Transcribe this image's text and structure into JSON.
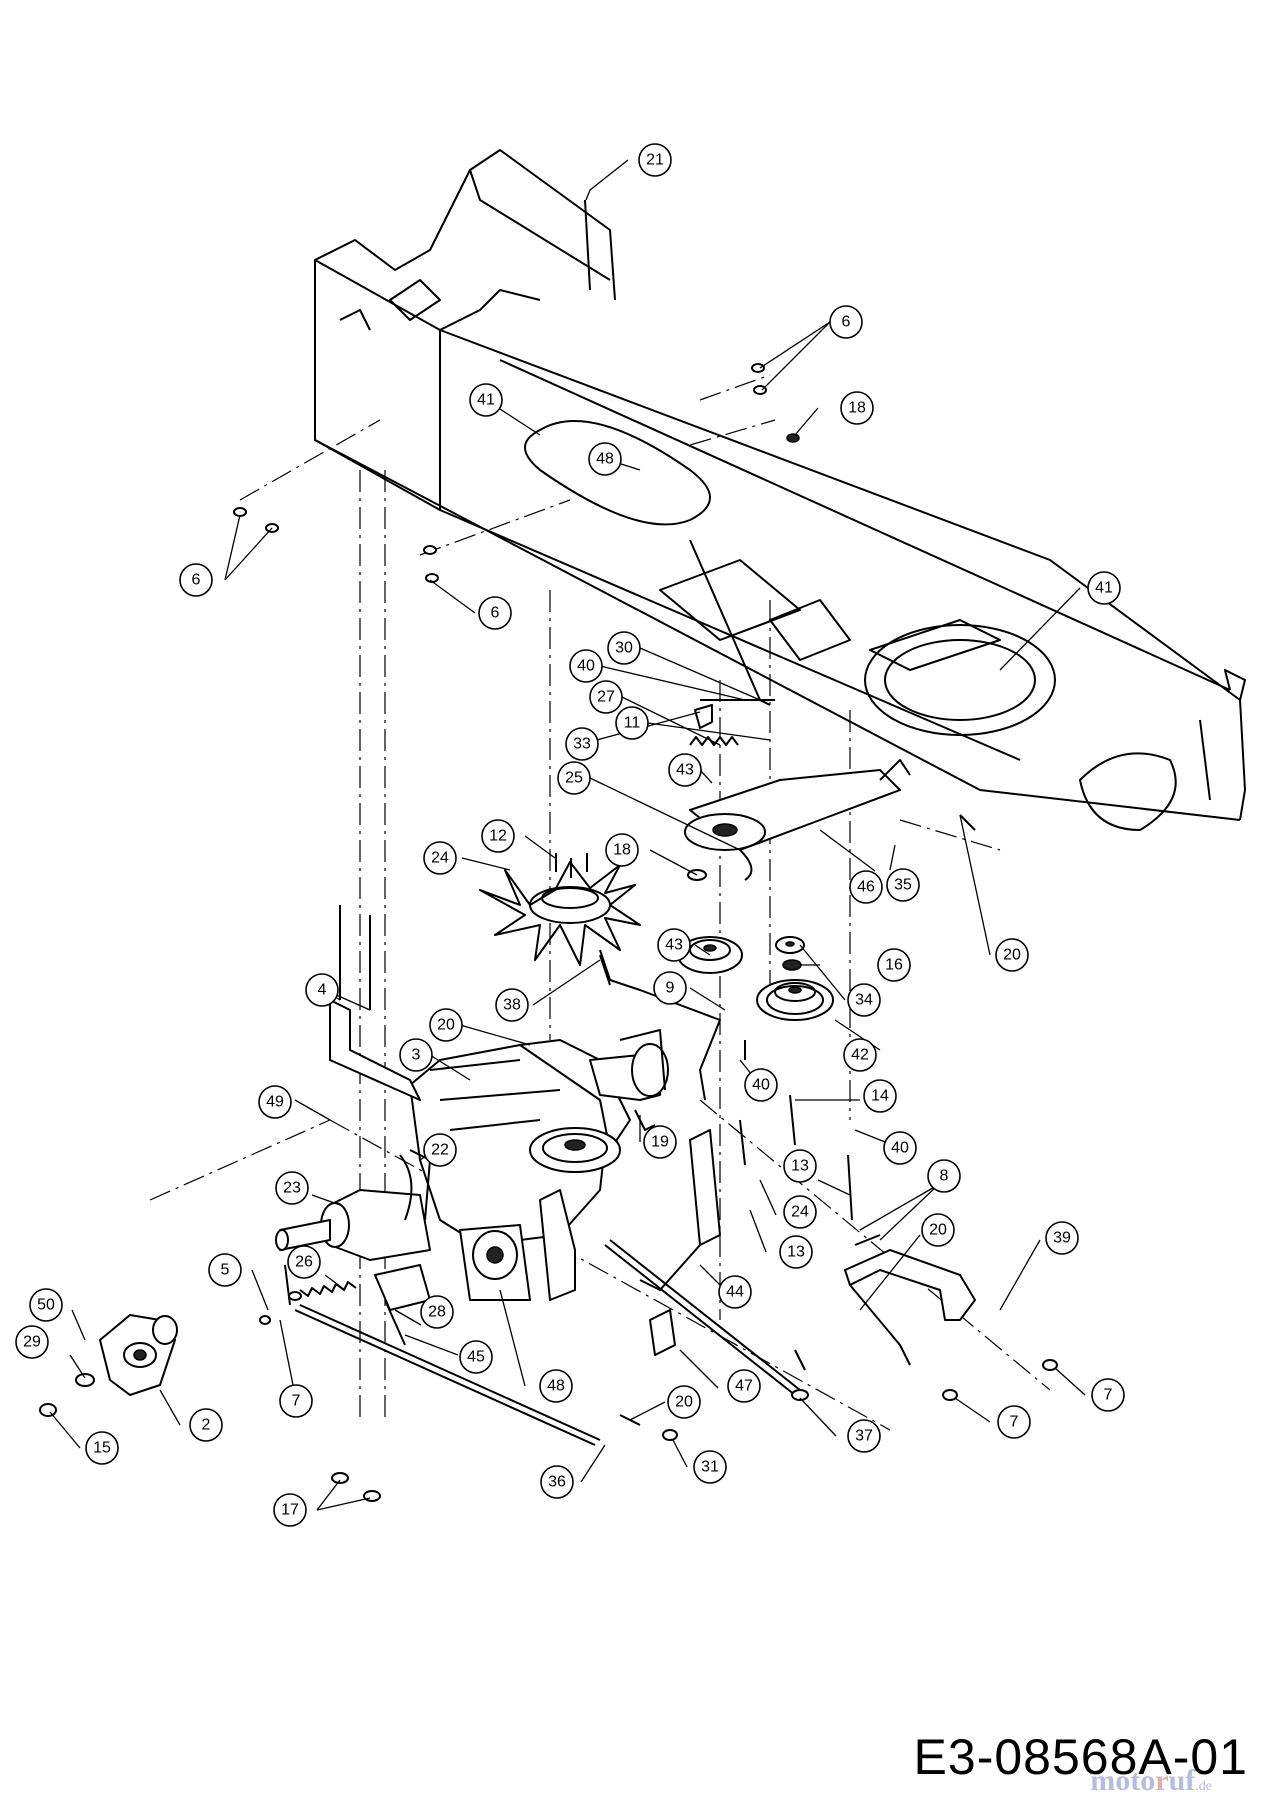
{
  "diagram": {
    "drawing_code": "E3-08568A-01",
    "watermark": {
      "main": "moto",
      "accent": "r",
      "rest": "uf",
      "tld": ".de"
    },
    "colors": {
      "line": "#000000",
      "background": "#ffffff",
      "watermark": "#7a86c9",
      "watermark_accent": "#d36a6a"
    },
    "callouts": [
      {
        "id": "c21",
        "label": "21"
      },
      {
        "id": "c6a",
        "label": "6"
      },
      {
        "id": "c18a",
        "label": "18"
      },
      {
        "id": "c41a",
        "label": "41"
      },
      {
        "id": "c48a",
        "label": "48"
      },
      {
        "id": "c6b",
        "label": "6"
      },
      {
        "id": "c6c",
        "label": "6"
      },
      {
        "id": "c41b",
        "label": "41"
      },
      {
        "id": "c30",
        "label": "30"
      },
      {
        "id": "c40a",
        "label": "40"
      },
      {
        "id": "c27",
        "label": "27"
      },
      {
        "id": "c11",
        "label": "11"
      },
      {
        "id": "c33",
        "label": "33"
      },
      {
        "id": "c43a",
        "label": "43"
      },
      {
        "id": "c25",
        "label": "25"
      },
      {
        "id": "c12",
        "label": "12"
      },
      {
        "id": "c18b",
        "label": "18"
      },
      {
        "id": "c24a",
        "label": "24"
      },
      {
        "id": "c46",
        "label": "46"
      },
      {
        "id": "c35",
        "label": "35"
      },
      {
        "id": "c20a",
        "label": "20"
      },
      {
        "id": "c34",
        "label": "34"
      },
      {
        "id": "c43b",
        "label": "43"
      },
      {
        "id": "c16",
        "label": "16"
      },
      {
        "id": "c9",
        "label": "9"
      },
      {
        "id": "c38",
        "label": "38"
      },
      {
        "id": "c4",
        "label": "4"
      },
      {
        "id": "c20b",
        "label": "20"
      },
      {
        "id": "c42",
        "label": "42"
      },
      {
        "id": "c3",
        "label": "3"
      },
      {
        "id": "c40b",
        "label": "40"
      },
      {
        "id": "c14",
        "label": "14"
      },
      {
        "id": "c49",
        "label": "49"
      },
      {
        "id": "c40c",
        "label": "40"
      },
      {
        "id": "c19",
        "label": "19"
      },
      {
        "id": "c22",
        "label": "22"
      },
      {
        "id": "c13a",
        "label": "13"
      },
      {
        "id": "c8",
        "label": "8"
      },
      {
        "id": "c23",
        "label": "23"
      },
      {
        "id": "c24b",
        "label": "24"
      },
      {
        "id": "c13b",
        "label": "13"
      },
      {
        "id": "c20c",
        "label": "20"
      },
      {
        "id": "c39",
        "label": "39"
      },
      {
        "id": "c5",
        "label": "5"
      },
      {
        "id": "c44",
        "label": "44"
      },
      {
        "id": "c26",
        "label": "26"
      },
      {
        "id": "c28",
        "label": "28"
      },
      {
        "id": "c50",
        "label": "50"
      },
      {
        "id": "c20d",
        "label": "20"
      },
      {
        "id": "c29",
        "label": "29"
      },
      {
        "id": "c45",
        "label": "45"
      },
      {
        "id": "c48b",
        "label": "48"
      },
      {
        "id": "c47",
        "label": "47"
      },
      {
        "id": "c7a",
        "label": "7"
      },
      {
        "id": "c7b",
        "label": "7"
      },
      {
        "id": "c2",
        "label": "2"
      },
      {
        "id": "c7c",
        "label": "7"
      },
      {
        "id": "c15",
        "label": "15"
      },
      {
        "id": "c20e",
        "label": "20"
      },
      {
        "id": "c37",
        "label": "37"
      },
      {
        "id": "c31",
        "label": "31"
      },
      {
        "id": "c36",
        "label": "36"
      },
      {
        "id": "c17",
        "label": "17"
      }
    ]
  }
}
